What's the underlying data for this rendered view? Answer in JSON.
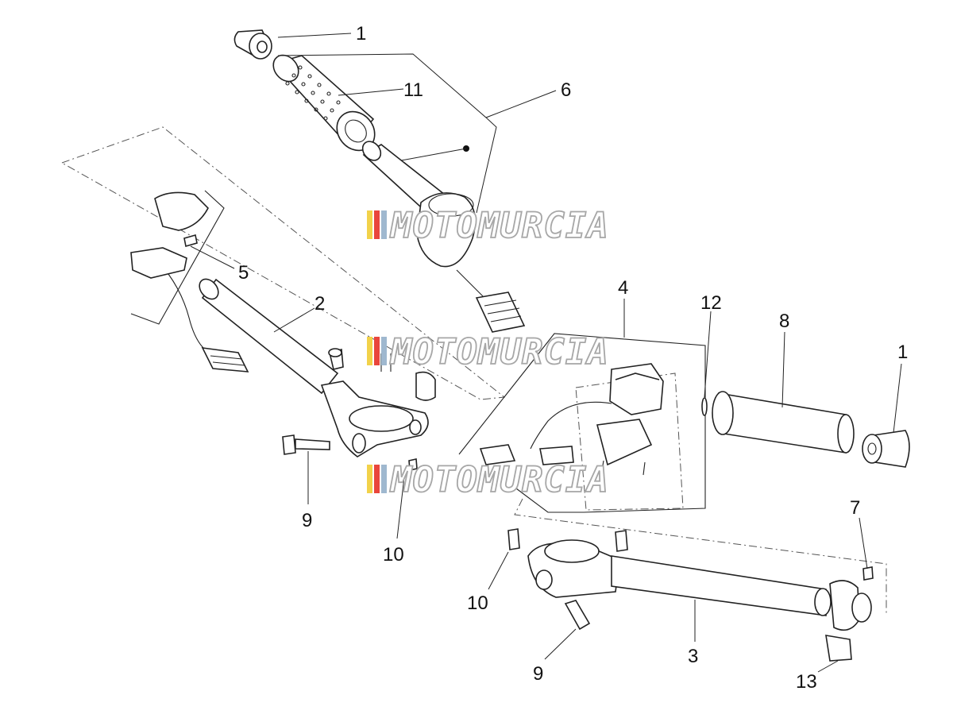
{
  "diagram": {
    "callouts": {
      "c1a": "1",
      "c11": "11",
      "c6": "6",
      "c5": "5",
      "c2": "2",
      "c4": "4",
      "c12": "12",
      "c8": "8",
      "c1b": "1",
      "c9a": "9",
      "c10a": "10",
      "c7": "7",
      "c10b": "10",
      "c3": "3",
      "c9b": "9",
      "c13": "13"
    },
    "watermark": {
      "text": "MOTOMURCIA",
      "colors": [
        "#f2d24a",
        "#e9463c",
        "#9fb8cf"
      ]
    }
  }
}
